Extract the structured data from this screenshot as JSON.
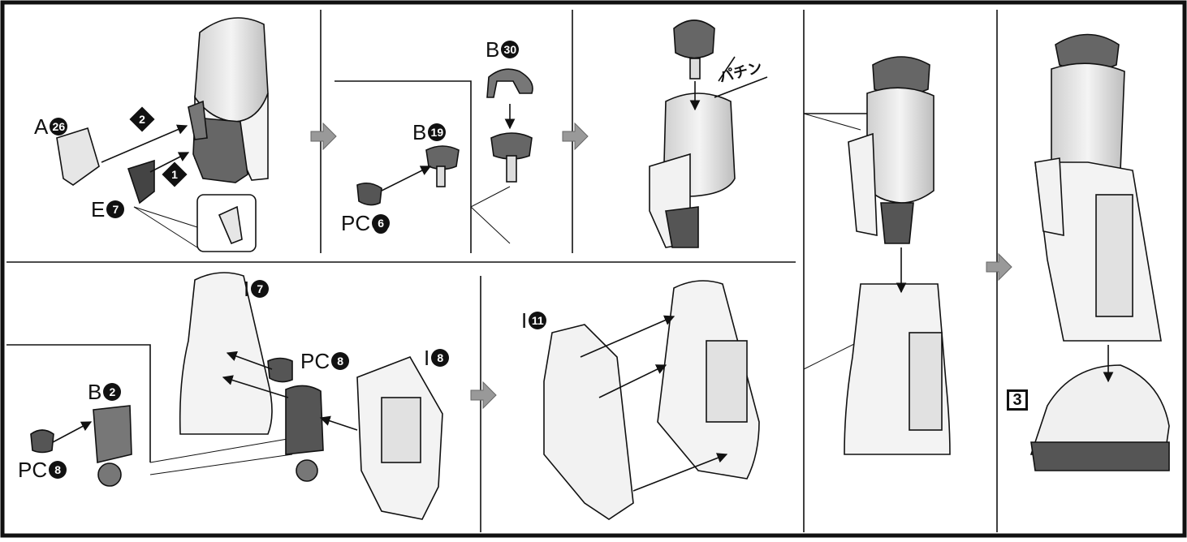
{
  "labels": {
    "a26": {
      "code": "A",
      "num": "26"
    },
    "e7": {
      "code": "E",
      "num": "7"
    },
    "b30": {
      "code": "B",
      "num": "30"
    },
    "b19": {
      "code": "B",
      "num": "19"
    },
    "pc6": {
      "code": "PC",
      "num": "6"
    },
    "i7": {
      "code": "I",
      "num": "7"
    },
    "pc8a": {
      "code": "PC",
      "num": "8"
    },
    "i8": {
      "code": "I",
      "num": "8"
    },
    "b2": {
      "code": "B",
      "num": "2"
    },
    "pc8b": {
      "code": "PC",
      "num": "8"
    },
    "i11": {
      "code": "I",
      "num": "11"
    }
  },
  "steps": {
    "step1": "1",
    "step2": "2"
  },
  "box_label": "3",
  "sound_effect": "パチン",
  "colors": {
    "line": "#111111",
    "part_light": "#f2f2f2",
    "part_mid": "#dcdcdc",
    "part_dark": "#555555",
    "arrow_fill": "#999999"
  }
}
